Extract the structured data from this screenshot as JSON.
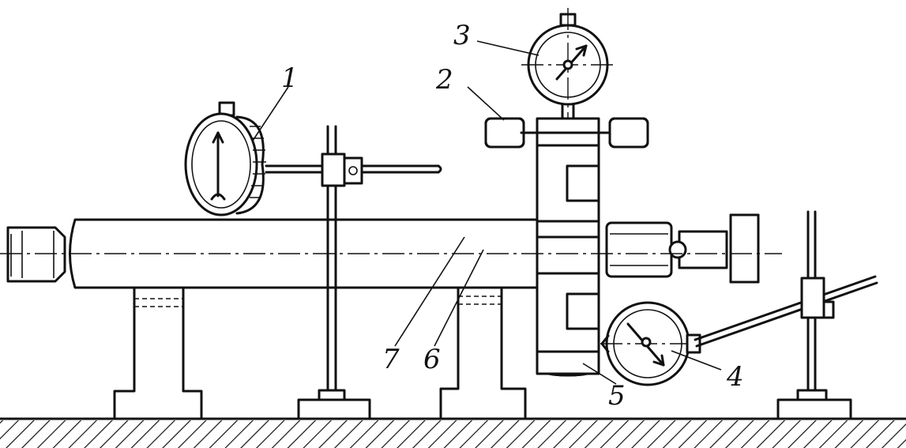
{
  "callouts": {
    "c1": "1",
    "c2": "2",
    "c3": "3",
    "c4": "4",
    "c5": "5",
    "c6": "6",
    "c7": "7"
  },
  "colors": {
    "ink": "#111111",
    "paper": "#ffffff"
  },
  "components": [
    "dial-indicator",
    "measuring-shaft",
    "v-block-support",
    "clamp-block",
    "knurled-screw",
    "indicator-stand",
    "base-plate"
  ]
}
